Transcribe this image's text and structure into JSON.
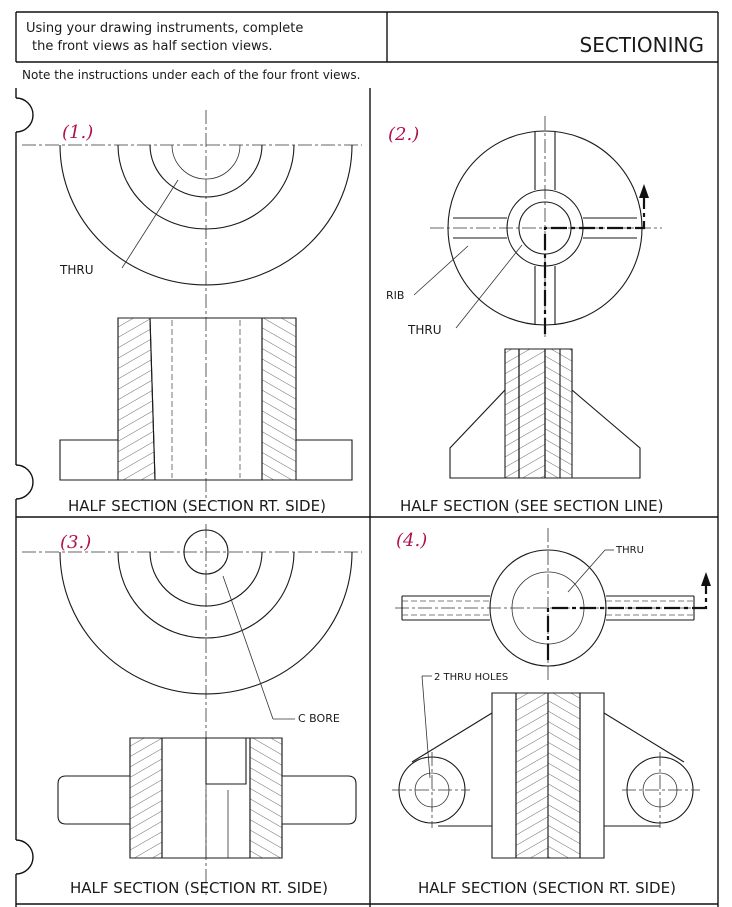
{
  "header": {
    "instructions_line1": "Using your drawing instruments, complete",
    "instructions_line2": "the front views as half section views.",
    "title": "SECTIONING",
    "note": "Note the instructions under each of the four front views."
  },
  "problems": [
    {
      "number": "(1.)",
      "labels": [
        "THRU"
      ],
      "caption": "HALF SECTION (SECTION RT. SIDE)"
    },
    {
      "number": "(2.)",
      "labels": [
        "RIB",
        "THRU"
      ],
      "caption": "HALF SECTION (SEE SECTION LINE)"
    },
    {
      "number": "(3.)",
      "labels": [
        "C BORE"
      ],
      "caption": "HALF SECTION (SECTION RT. SIDE)"
    },
    {
      "number": "(4.)",
      "labels": [
        "THRU",
        "2 THRU HOLES"
      ],
      "caption": "HALF SECTION (SECTION RT. SIDE)"
    }
  ],
  "colors": {
    "ink": "#1a1a1a",
    "annotation": "#b01050"
  }
}
